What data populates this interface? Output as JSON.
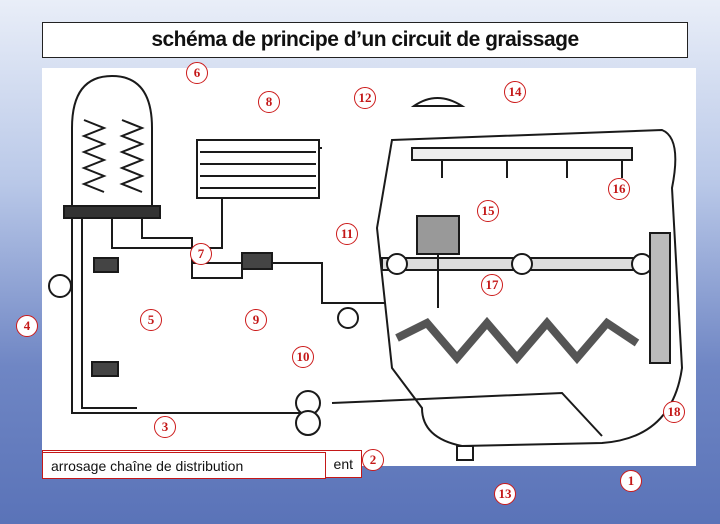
{
  "title": "schéma de principe d’un circuit de graissage",
  "diagram": {
    "callouts": [
      "1",
      "2",
      "3",
      "4",
      "5",
      "6",
      "7",
      "8",
      "9",
      "10",
      "11",
      "12",
      "13",
      "14",
      "15",
      "16",
      "17",
      "18"
    ]
  },
  "caption_back_fragment": "ent",
  "caption_front": "arrosage chaîne de distribution",
  "colors": {
    "callout": "#c41818",
    "line": "#1a1a1a",
    "pipe_fill": "#ffffff"
  }
}
